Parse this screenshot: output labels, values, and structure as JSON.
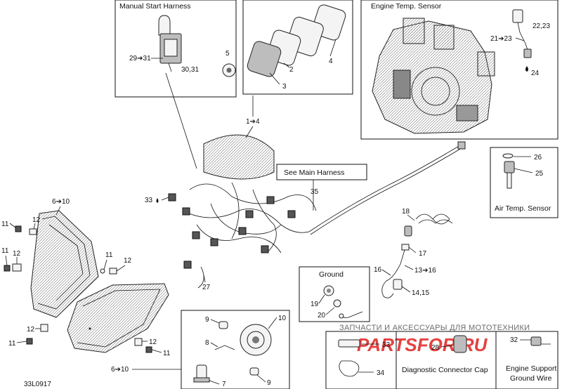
{
  "drawing_id": "33L0917",
  "boxes": {
    "manual_start_harness": "Manual Start Harness",
    "engine_temp_sensor": "Engine Temp. Sensor",
    "see_main_harness": "See Main Harness",
    "air_temp_sensor": "Air Temp. Sensor",
    "ground": "Ground",
    "diagnostic_connector_cap": "Diagnostic Connector Cap",
    "engine_support_ground_wire_1": "Engine Support",
    "engine_support_ground_wire_2": "Ground Wire"
  },
  "callouts": {
    "c29_31": "29➔31",
    "c30_31": "30,31",
    "c5": "5",
    "c2": "2",
    "c3": "3",
    "c4": "4",
    "c1_4": "1➔4",
    "c21_23": "21➔23",
    "c22_23": "22,23",
    "c24": "24",
    "c26": "26",
    "c25": "25",
    "c35": "35",
    "c33": "33",
    "c6_10_top": "6➔10",
    "c11_a": "11",
    "c12_a": "12",
    "c11_b": "11",
    "c12_b": "12",
    "c11_c": "11",
    "c12_c": "12",
    "c18": "18",
    "c17": "17",
    "c16": "16",
    "c13_16": "13➔16",
    "c14_15": "14,15",
    "c27": "27",
    "c19": "19",
    "c20": "20",
    "c12_d": "12",
    "c11_d": "11",
    "c12_e": "12",
    "c11_e": "11",
    "c6_10_bot": "6➔10",
    "c9_a": "9",
    "c10": "10",
    "c8": "8",
    "c7": "7",
    "c9_b": "9",
    "c33_b": "33",
    "c28": "28",
    "c32": "32",
    "c34": "34"
  },
  "watermark": {
    "caption": "ЗАПЧАСТИ И АКСЕССУАРЫ ДЛЯ МОТОТЕХНИКИ",
    "brand": "PARTSFOR.RU"
  }
}
